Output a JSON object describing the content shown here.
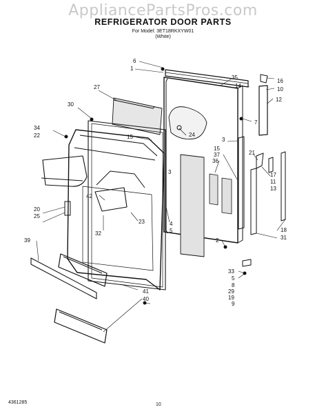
{
  "watermark": "AppliancePartsPros.com",
  "title": "REFRIGERATOR DOOR PARTS",
  "model_line": "For Model: 3ET18RKXYW01",
  "color_line": "(White)",
  "doc_number": "4361285",
  "page_number": "10",
  "callouts": {
    "c6": "6",
    "c1": "1",
    "c35": "35",
    "c14": "14",
    "c16": "16",
    "c10": "10",
    "c12": "12",
    "c27": "27",
    "c30": "30",
    "c7": "7",
    "c24": "24",
    "c34": "34",
    "c22": "22",
    "c15a": "15",
    "c3a": "3",
    "c15b": "15",
    "c37": "37",
    "c36": "36",
    "c21": "21",
    "c17": "17",
    "c11": "11",
    "c13": "13",
    "c42": "42",
    "c23": "23",
    "c20": "20",
    "c25": "25",
    "c4": "4",
    "c5a": "5",
    "c32": "32",
    "c2": "2",
    "c18": "18",
    "c31": "31",
    "c39": "39",
    "c33": "33",
    "c5b": "5",
    "c8": "8",
    "c29": "29",
    "c19": "19",
    "c41": "41",
    "c40": "40",
    "c9": "9",
    "c3b": "3"
  }
}
